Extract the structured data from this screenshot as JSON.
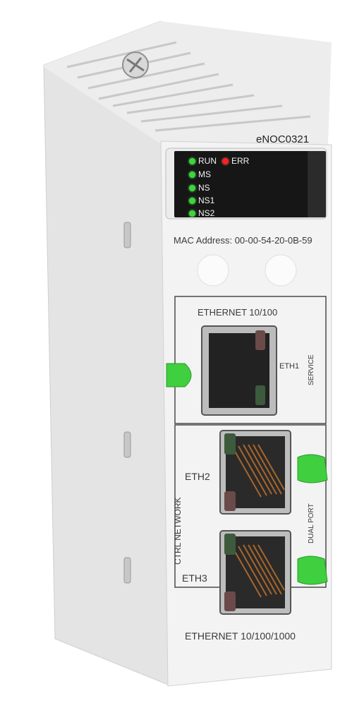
{
  "module": {
    "model": "eNOC0321",
    "mac_label": "MAC Address: 00-00-54-20-0B-59",
    "top_label": "ETHERNET 10/100",
    "bottom_label": "ETHERNET 10/100/1000",
    "service_label": "SERVICE",
    "ctrl_network_label": "CTRL NETWORK",
    "dual_port_label": "DUAL PORT",
    "ports": [
      {
        "name": "ETH1"
      },
      {
        "name": "ETH2"
      },
      {
        "name": "ETH3"
      }
    ],
    "leds": [
      {
        "label": "RUN",
        "color": "#3cd63c"
      },
      {
        "label": "ERR",
        "color": "#ff2020"
      },
      {
        "label": "MS",
        "color": "#3cd63c"
      },
      {
        "label": "NS",
        "color": "#3cd63c"
      },
      {
        "label": "NS1",
        "color": "#3cd63c"
      },
      {
        "label": "NS2",
        "color": "#3cd63c"
      }
    ]
  }
}
